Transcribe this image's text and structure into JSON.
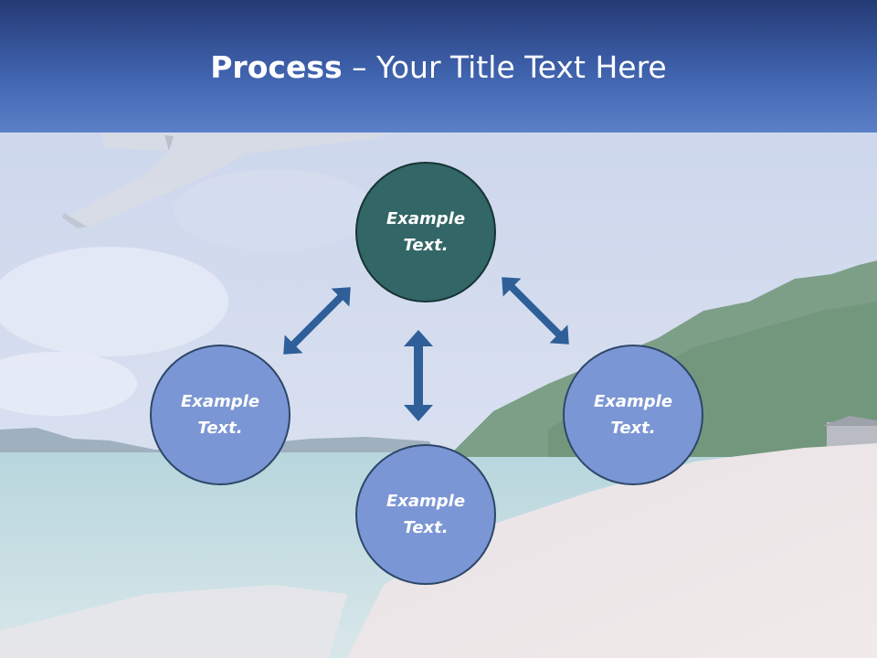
{
  "slide": {
    "title_bold": "Process",
    "title_dash": " – ",
    "title_rest": "Your Title Text Here"
  },
  "nodes": {
    "top": {
      "line1": "Example",
      "line2": "Text."
    },
    "left": {
      "line1": "Example",
      "line2": "Text."
    },
    "right": {
      "line1": "Example",
      "line2": "Text."
    },
    "bottom": {
      "line1": "Example",
      "line2": "Text."
    }
  },
  "colors": {
    "header": "#3f62ad",
    "main_node": "#336666",
    "satellite_node": "#7b96d4",
    "arrow": "#2f5f98"
  },
  "icons": {
    "arrow": "double-headed-arrow"
  }
}
